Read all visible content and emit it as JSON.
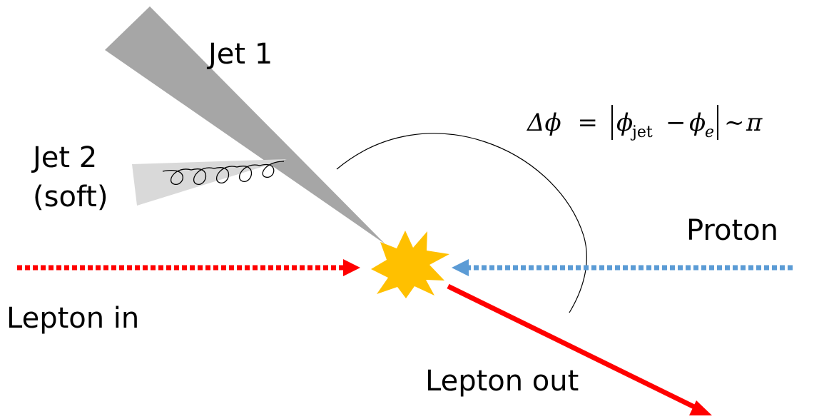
{
  "labels": {
    "jet1": "Jet 1",
    "jet2_line1": "Jet 2",
    "jet2_line2": "(soft)",
    "proton": "Proton",
    "lepton_in": "Lepton in",
    "lepton_out": "Lepton out"
  },
  "formula": {
    "delta_phi": "Δϕ",
    "equals": "=",
    "phi": "ϕ",
    "jet_sub": "jet",
    "minus": "−",
    "e_sub": "e",
    "sim": "∼",
    "pi": "π"
  },
  "colors": {
    "lepton": "#ff0000",
    "proton": "#5b9bd5",
    "jet1": "#a6a6a6",
    "jet2": "#d9d9d9",
    "vertex": "#ffc000",
    "arc": "#000000"
  }
}
